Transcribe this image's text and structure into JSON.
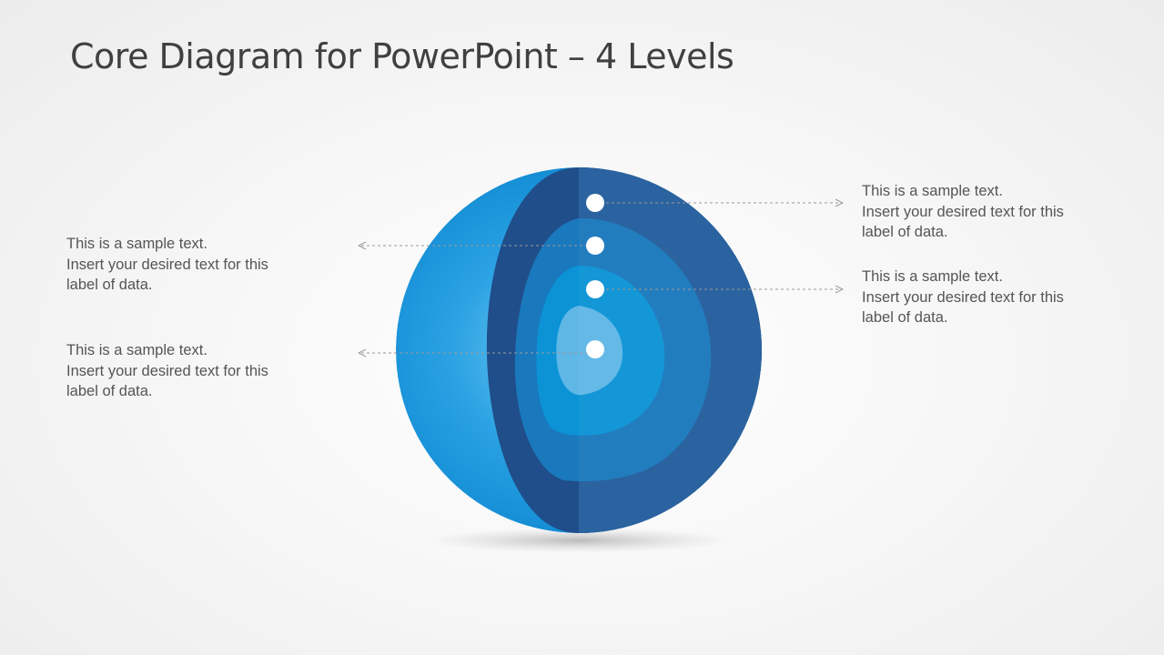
{
  "slide": {
    "title": "Core Diagram for PowerPoint – 4 Levels"
  },
  "labels": [
    {
      "id": "left-1",
      "side": "left",
      "line1": "This is a sample text.",
      "line2": "Insert your desired text for this",
      "line3": "label of data."
    },
    {
      "id": "left-2",
      "side": "left",
      "line1": "This is a sample text.",
      "line2": "Insert your desired text for this",
      "line3": "label of data."
    },
    {
      "id": "right-1",
      "side": "right",
      "line1": "This is a sample text.",
      "line2": "Insert your desired text for this",
      "line3": "label of data."
    },
    {
      "id": "right-2",
      "side": "right",
      "line1": "This is a sample text.",
      "line2": "Insert your desired text for this",
      "line3": "label of data."
    }
  ],
  "diagram": {
    "type": "core-sphere",
    "levels": 4,
    "colors": {
      "outer_shell_light": "#1f9be0",
      "crust_cut": "#1f4e8a",
      "layer1": "#225d9c",
      "layer2": "#1a78bd",
      "layer3": "#0b93d6",
      "core": "#5fb7e6",
      "marker": "#ffffff",
      "connector": "#9a9a9a"
    }
  }
}
